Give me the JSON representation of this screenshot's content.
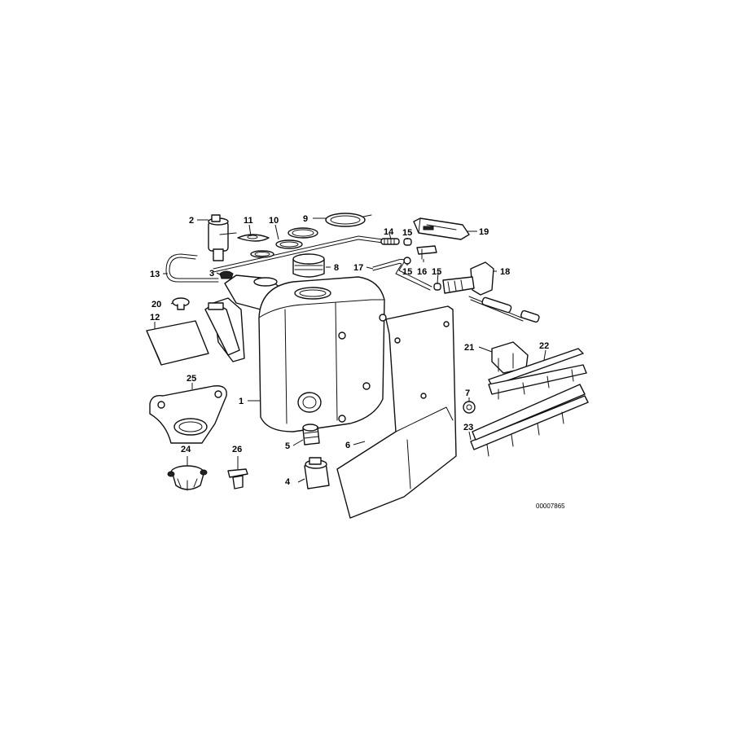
{
  "diagram": {
    "reference_number": "00007865",
    "callouts": {
      "c1": "1",
      "c2": "2",
      "c3": "3",
      "c4": "4",
      "c5": "5",
      "c6": "6",
      "c7": "7",
      "c8": "8",
      "c9": "9",
      "c10": "10",
      "c11": "11",
      "c12": "12",
      "c13": "13",
      "c14": "14",
      "c15a": "15",
      "c15b": "15",
      "c15c": "15",
      "c16": "16",
      "c17": "17",
      "c18": "18",
      "c19": "19",
      "c20": "20",
      "c21": "21",
      "c22": "22",
      "c23": "23",
      "c24": "24",
      "c25": "25",
      "c26": "26"
    }
  }
}
